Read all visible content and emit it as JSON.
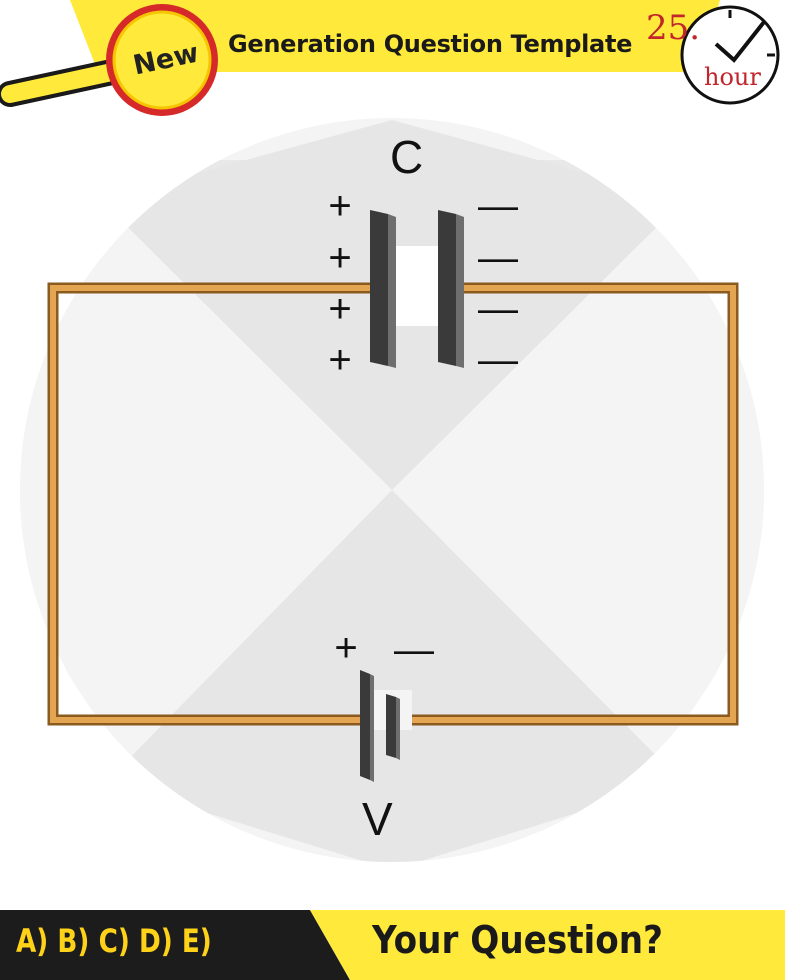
{
  "header": {
    "badge_label": "New",
    "title": "Generation Question Template",
    "clock_number": "25.",
    "clock_unit": "hour"
  },
  "diagram": {
    "capacitor_label": "C",
    "battery_label": "V",
    "capacitor_left_signs": [
      "+",
      "+",
      "+",
      "+"
    ],
    "capacitor_right_signs": [
      "—",
      "—",
      "—",
      "—"
    ],
    "battery_plus": "+",
    "battery_minus": "—"
  },
  "footer": {
    "answer_options": "A) B) C) D) E)",
    "question_prompt": "Your Question?"
  },
  "colors": {
    "header_yellow": "#ffe93a",
    "badge_ring": "#d62a2a",
    "wire": "#d99744",
    "plate": "#3a3a3a",
    "footer_dark": "#1c1c1c",
    "footer_yellow": "#ffe93a"
  }
}
